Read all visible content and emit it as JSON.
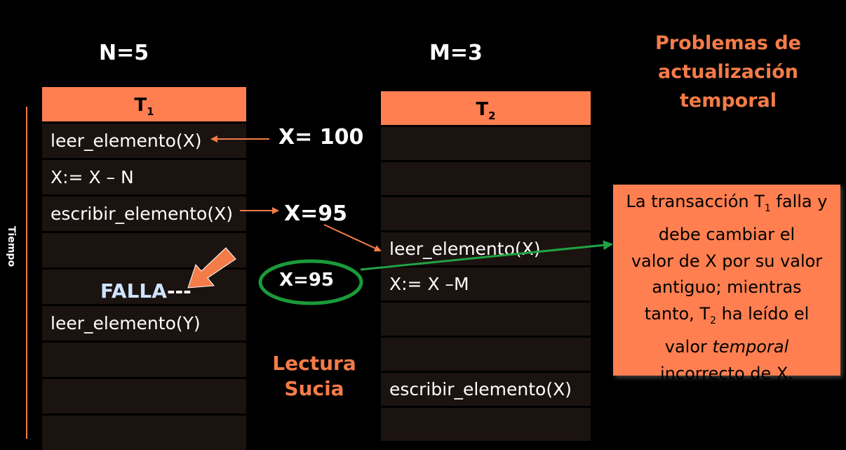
{
  "labels": {
    "n": "N=5",
    "m": "M=3",
    "title_lines": [
      "Problemas  de",
      "actualización",
      "temporal"
    ],
    "tiempo": "Tiempo"
  },
  "t1": {
    "header": "T",
    "header_sub": "1",
    "rows": [
      "leer_elemento(X)",
      "X:= X – N",
      "escribir_elemento(X)",
      "",
      "",
      "leer_elemento(Y)",
      "",
      "",
      ""
    ]
  },
  "t2": {
    "header": "T",
    "header_sub": "2",
    "rows": [
      "",
      "",
      "",
      "leer_elemento(X)",
      "X:= X –M",
      "",
      "",
      "escribir_elemento(X)",
      ""
    ]
  },
  "values": {
    "x100": "X= 100",
    "x95a": "X=95",
    "x95b": "X=95"
  },
  "falla": {
    "word": "FALLA",
    "dashes": "---"
  },
  "lectura_sucia": [
    "Lectura",
    "Sucia"
  ],
  "note": {
    "line1_pre": "La transacción T",
    "line1_sub": "1",
    "line1_post": " falla y",
    "line2": "debe cambiar el",
    "line3": "valor de X por su valor",
    "line4": "antiguo; mientras",
    "line5_pre": "tanto, T",
    "line5_sub": "2",
    "line5_post": " ha leído el",
    "line6_pre": "valor ",
    "line6_em": "temporal",
    "line7": "incorrecto de X."
  },
  "colors": {
    "accent": "#ff7f50",
    "title": "#f47c48",
    "falla": "#cfe3ff",
    "circle": "#1a9a3a",
    "green_arrow": "#22a245",
    "cell_bg": "#1b1310"
  }
}
